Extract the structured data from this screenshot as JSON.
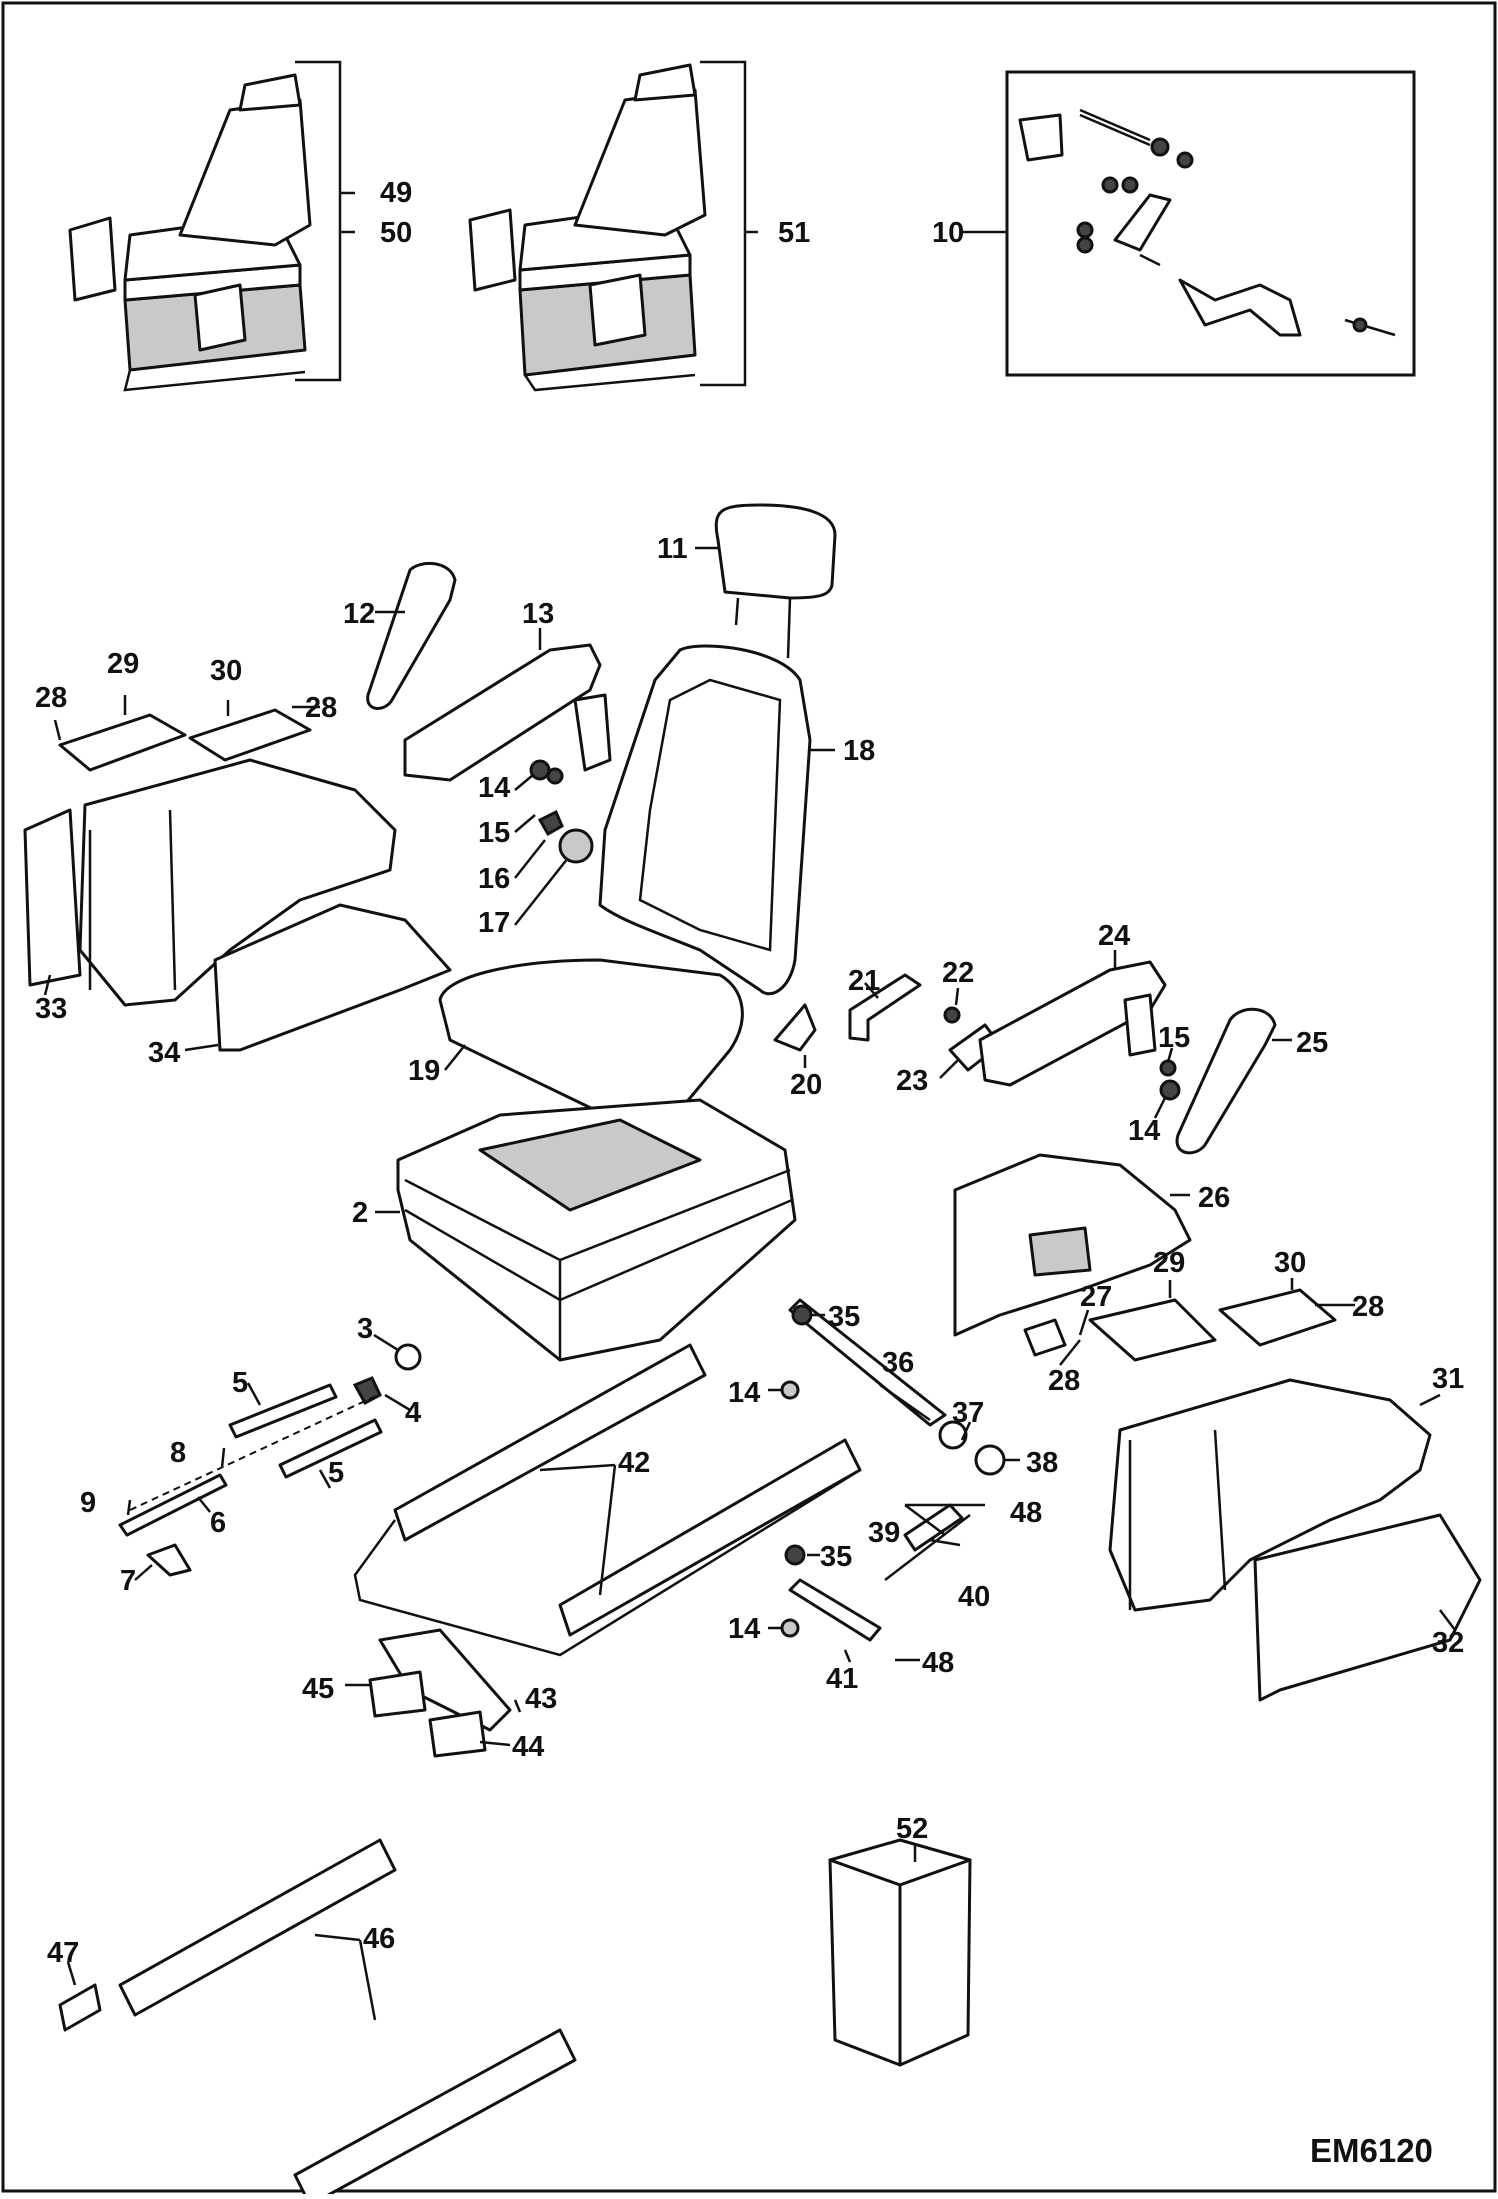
{
  "diagram": {
    "code": "EM6120",
    "labels": {
      "n2": "2",
      "n3": "3",
      "n4": "4",
      "n5a": "5",
      "n5b": "5",
      "n6": "6",
      "n7": "7",
      "n8": "8",
      "n9": "9",
      "n10": "10",
      "n11": "11",
      "n12": "12",
      "n13": "13",
      "n14a": "14",
      "n14b": "14",
      "n14c": "14",
      "n14d": "14",
      "n15a": "15",
      "n15b": "15",
      "n16": "16",
      "n17": "17",
      "n18": "18",
      "n19": "19",
      "n20": "20",
      "n21": "21",
      "n22": "22",
      "n23": "23",
      "n24": "24",
      "n25": "25",
      "n26": "26",
      "n27": "27",
      "n28a": "28",
      "n28b": "28",
      "n28c": "28",
      "n28d": "28",
      "n29a": "29",
      "n29b": "29",
      "n30a": "30",
      "n30b": "30",
      "n31": "31",
      "n32": "32",
      "n33": "33",
      "n34": "34",
      "n35a": "35",
      "n35b": "35",
      "n36": "36",
      "n37": "37",
      "n38": "38",
      "n39": "39",
      "n40": "40",
      "n41": "41",
      "n42": "42",
      "n43": "43",
      "n44": "44",
      "n45": "45",
      "n46": "46",
      "n47": "47",
      "n48a": "48",
      "n48b": "48",
      "n49": "49",
      "n50": "50",
      "n51": "51",
      "n52": "52"
    }
  }
}
